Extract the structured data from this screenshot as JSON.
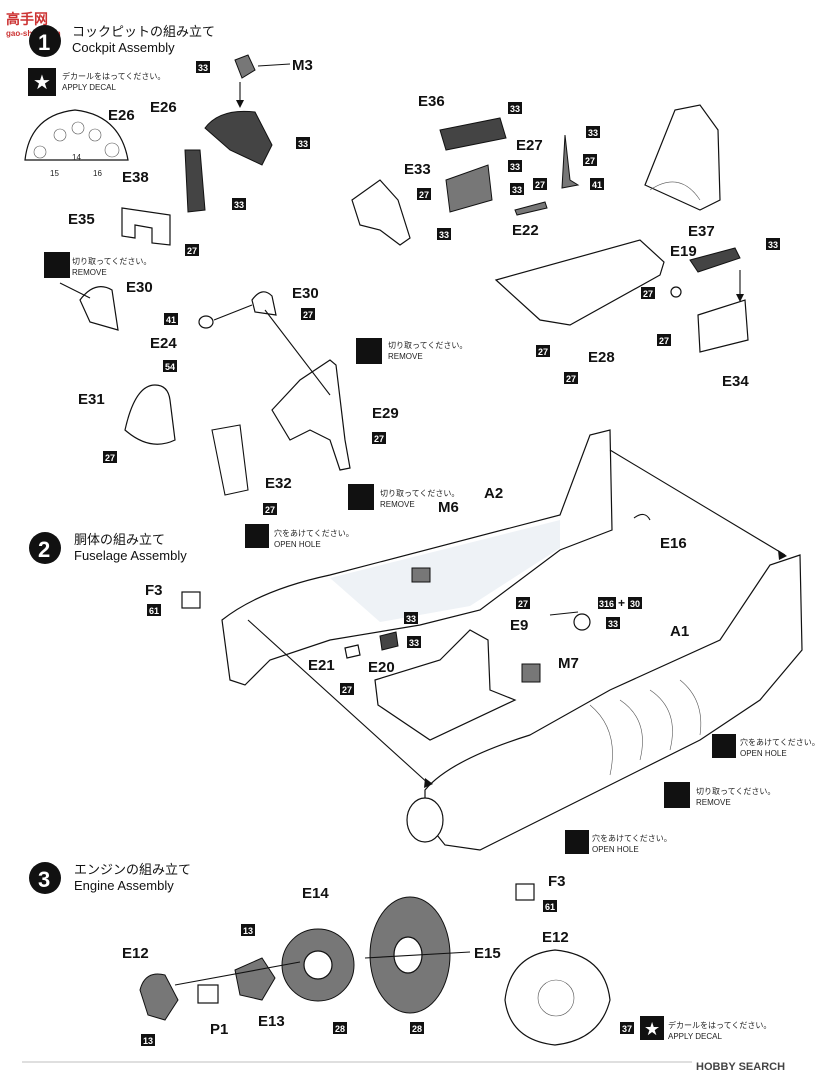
{
  "header": {
    "watermark_top": "高手网",
    "watermark_sub": "gao-shou.com"
  },
  "steps": [
    {
      "number": "1",
      "title_jp": "コックピットの組み立て",
      "title_en": "Cockpit Assembly"
    },
    {
      "number": "2",
      "title_jp": "胴体の組み立て",
      "title_en": "Fuselage Assembly"
    },
    {
      "number": "3",
      "title_jp": "エンジンの組み立て",
      "title_en": "Engine Assembly"
    }
  ],
  "notes": {
    "decal_jp": "デカールをはってください。",
    "decal_en": "APPLY DECAL",
    "remove_jp": "切り取ってください。",
    "remove_en": "REMOVE",
    "hole_jp": "穴をあけてください。",
    "hole_en": "OPEN HOLE"
  },
  "labels": {
    "M3": "M3",
    "E26": "E26",
    "E38": "E38",
    "E35": "E35",
    "E30a": "E30",
    "E30b": "E30",
    "E24": "E24",
    "E31": "E31",
    "E32": "E32",
    "E29": "E29",
    "E36": "E36",
    "E33": "E33",
    "E27": "E27",
    "E22": "E22",
    "E37": "E37",
    "E19": "E19",
    "E28": "E28",
    "E34": "E34",
    "A2": "A2",
    "M6": "M6",
    "E16": "E16",
    "F3a": "F3",
    "E9": "E9",
    "A1": "A1",
    "M7": "M7",
    "E21": "E21",
    "E20": "E20",
    "F3b": "F3",
    "E14": "E14",
    "E12a": "E12",
    "E12b": "E12",
    "E15": "E15",
    "E13": "E13",
    "P1": "P1"
  },
  "colors": {
    "c33": "33",
    "c27": "27",
    "c41": "41",
    "c54": "54",
    "c61": "61",
    "c13": "13",
    "c28": "28",
    "c37": "37",
    "c15": "15",
    "c14": "14",
    "c16": "16",
    "c316": "316",
    "c30": "30",
    "plus": "+"
  },
  "footer": {
    "watermark": "HOBBY SEARCH"
  }
}
